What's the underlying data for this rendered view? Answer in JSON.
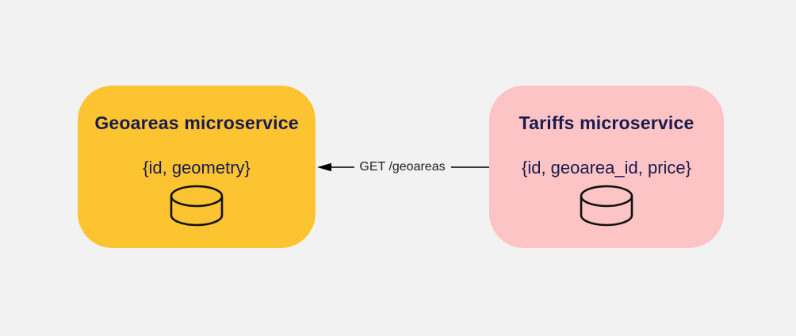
{
  "background_color": "#f2f2f2",
  "text_color": "#1a1a4f",
  "diagram": {
    "nodes": [
      {
        "id": "geoareas",
        "title": "Geoareas microservice",
        "payload": "{id, geometry}",
        "fill": "#fcc430",
        "icon": "database-cylinder-icon"
      },
      {
        "id": "tariffs",
        "title": "Tariffs microservice",
        "payload": "{id, geoarea_id, price}",
        "fill": "#fcc4c4",
        "icon": "database-cylinder-icon"
      }
    ],
    "connector": {
      "label": "GET /geoareas",
      "from": "tariffs",
      "to": "geoareas",
      "direction": "right-to-left",
      "line_color": "#000000"
    }
  }
}
